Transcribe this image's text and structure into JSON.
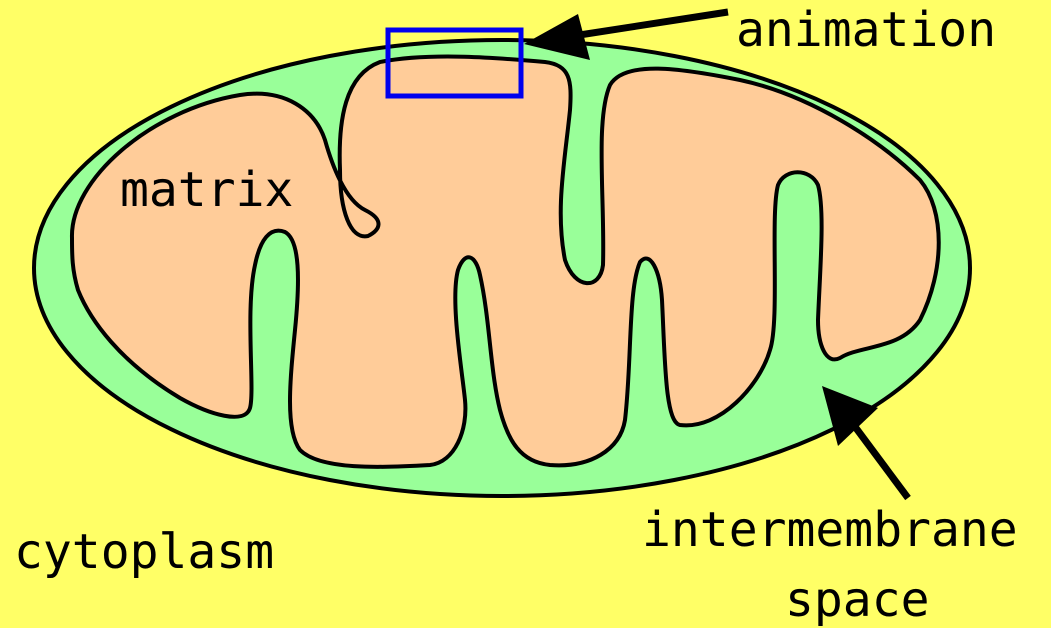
{
  "labels": {
    "animation": "animation",
    "matrix": "matrix",
    "cytoplasm": "cytoplasm",
    "intermembrane_line1": "intermembrane",
    "intermembrane_line2": "space"
  },
  "colors": {
    "background": "#ffff66",
    "intermembrane_space": "#99ff99",
    "matrix": "#ffcc99",
    "outline": "#000000",
    "highlight_box": "#0000ee"
  }
}
